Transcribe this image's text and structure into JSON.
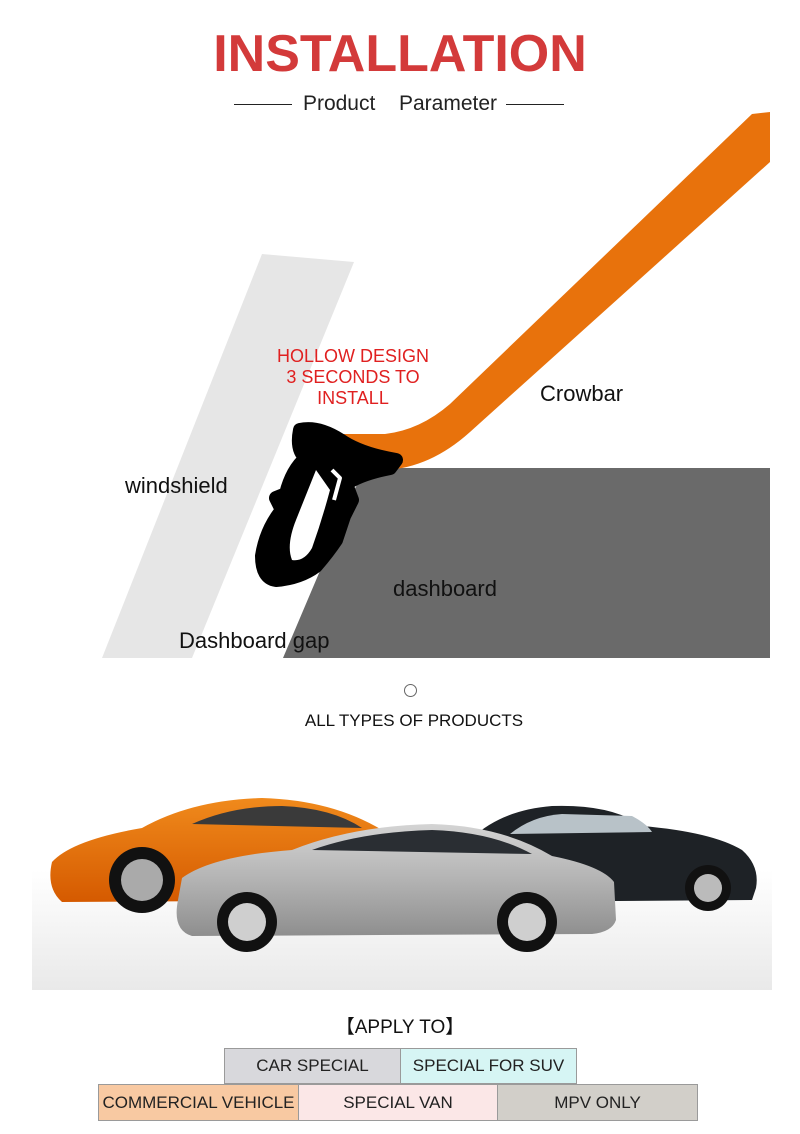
{
  "header": {
    "title": "INSTALLATION",
    "subtitle": "Product  Parameter"
  },
  "diagram": {
    "note_line1": "HOLLOW DESIGN",
    "note_line2": "3 SECONDS TO INSTALL",
    "labels": {
      "crowbar": "Crowbar",
      "windshield": "windshield",
      "dashboard": "dashboard",
      "gap": "Dashboard gap"
    },
    "colors": {
      "crowbar": "#e8720c",
      "dashboard": "#6a6a6a",
      "windshield": "#e6e6e6",
      "seal": "#000000",
      "note": "#e02020"
    }
  },
  "types": {
    "text": "ALL TYPES OF PRODUCTS"
  },
  "apply": {
    "heading": "【APPLY TO】",
    "row1": [
      {
        "label": "CAR SPECIAL",
        "color": "#d8d8dc"
      },
      {
        "label": "SPECIAL FOR SUV",
        "color": "#d6f5f4"
      }
    ],
    "row2": [
      {
        "label": "COMMERCIAL VEHICLE",
        "color": "#f8c9a2"
      },
      {
        "label": "SPECIAL VAN",
        "color": "#fbe7e7"
      },
      {
        "label": "MPV ONLY",
        "color": "#d2cfc9"
      }
    ]
  }
}
